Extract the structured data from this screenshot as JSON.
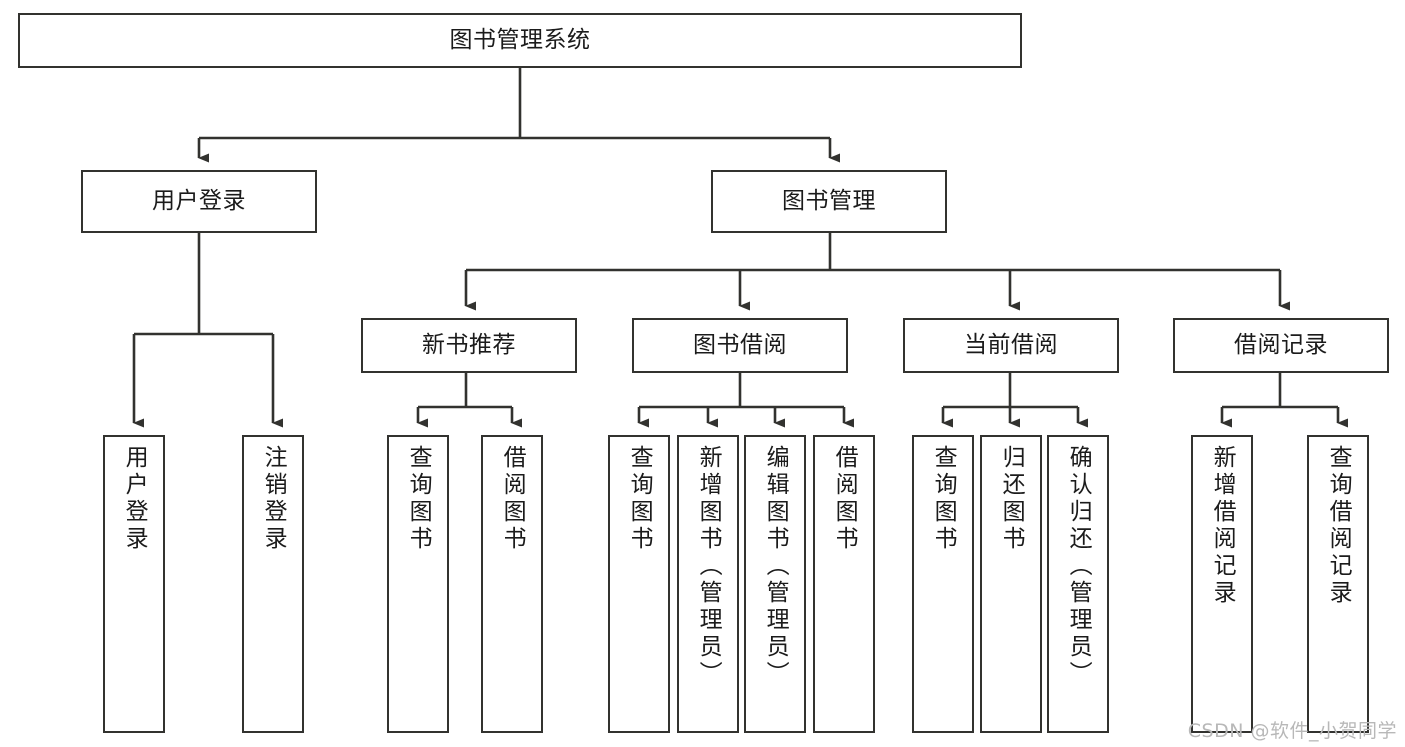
{
  "diagram": {
    "type": "tree-hierarchy-chart",
    "title": "图书管理系统",
    "watermark": "CSDN @软件_小贺同学",
    "colors": {
      "stroke": "#32322f",
      "fill": "#ffffff",
      "text": "#1b1b1b",
      "watermark": "#b8b8b8"
    },
    "levels": {
      "root": {
        "label": "图书管理系统"
      },
      "level2": [
        {
          "label": "用户登录"
        },
        {
          "label": "图书管理"
        }
      ],
      "level3": [
        {
          "label": "新书推荐"
        },
        {
          "label": "图书借阅"
        },
        {
          "label": "当前借阅"
        },
        {
          "label": "借阅记录"
        }
      ],
      "leaves": [
        {
          "label": "用户登录",
          "parent": "用户登录"
        },
        {
          "label": "注销登录",
          "parent": "用户登录"
        },
        {
          "label": "查询图书",
          "parent": "新书推荐"
        },
        {
          "label": "借阅图书",
          "parent": "新书推荐"
        },
        {
          "label": "查询图书",
          "parent": "图书借阅"
        },
        {
          "label": "新增图书（管理员）",
          "parent": "图书借阅"
        },
        {
          "label": "编辑图书（管理员）",
          "parent": "图书借阅"
        },
        {
          "label": "借阅图书",
          "parent": "图书借阅"
        },
        {
          "label": "查询图书",
          "parent": "当前借阅"
        },
        {
          "label": "归还图书",
          "parent": "当前借阅"
        },
        {
          "label": "确认归还（管理员）",
          "parent": "当前借阅"
        },
        {
          "label": "新增借阅记录",
          "parent": "借阅记录"
        },
        {
          "label": "查询借阅记录",
          "parent": "借阅记录"
        }
      ]
    }
  }
}
